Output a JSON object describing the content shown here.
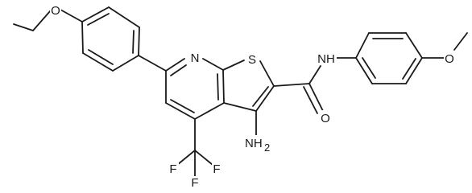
{
  "molecule": {
    "atoms": {
      "o_ethoxy": "O",
      "n_pyridine": "N",
      "s_thiophene": "S",
      "nh_amide": "NH",
      "o_methoxy": "O",
      "o_carbonyl": "O",
      "nh2": "NH",
      "nh2_sub": "2",
      "f_left": "F",
      "f_right": "F",
      "f_bottom": "F"
    }
  }
}
